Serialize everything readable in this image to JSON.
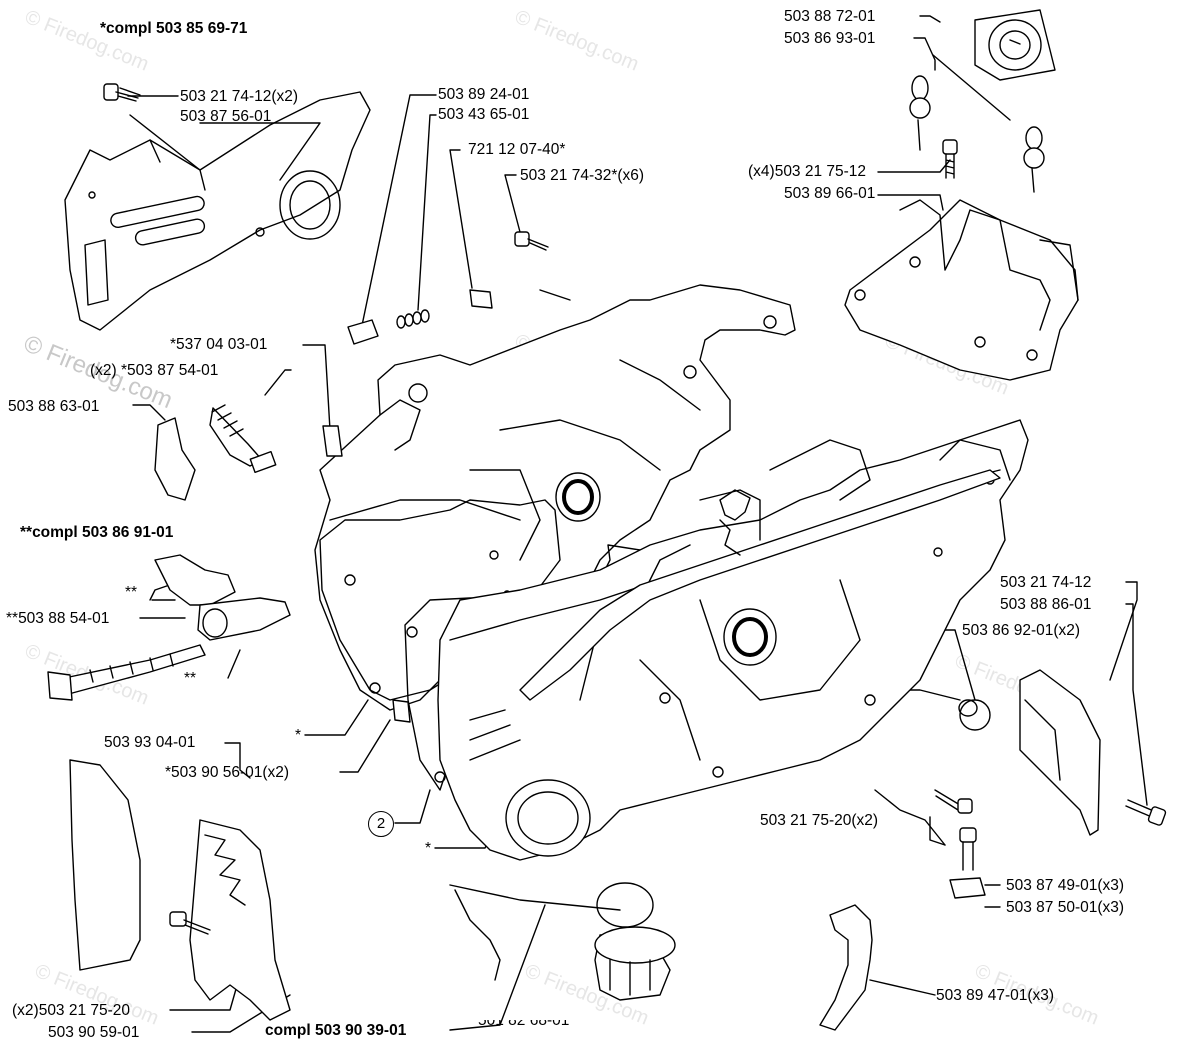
{
  "watermark": {
    "text": "© Firedog.com",
    "text_short": "© Firedog.com",
    "diagonal": "Firedog.com"
  },
  "groups": {
    "compl_a": "*compl 503 85 69-71",
    "compl_b": "**compl 503 86 91-01",
    "compl_c": "compl 503 90 39-01"
  },
  "labels": {
    "p_503_21_74_12_x2": "503 21 74-12(x2)",
    "p_503_87_56_01": "503 87 56-01",
    "p_503_89_24_01": "503 89 24-01",
    "p_503_43_65_01": "503 43 65-01",
    "p_721_12_07_40": "721 12 07-40*",
    "p_503_21_74_32": "503 21 74-32*(x6)",
    "p_503_88_72_01": "503 88 72-01",
    "p_503_86_93_01": "503 86 93-01",
    "p_503_21_75_12": "(x4)503 21 75-12",
    "p_503_89_66_01": "503 89 66-01",
    "p_537_04_03_01": "*537 04 03-01",
    "p_503_87_54_01": "(x2) *503 87 54-01",
    "p_503_88_63_01": "503 88 63-01",
    "p_star2_a": "**",
    "p_503_88_54_01": "**503 88 54-01",
    "p_star2_b": "**",
    "p_star_a": "*",
    "p_503_90_56_01": "*503 90 56-01(x2)",
    "p_callout_2": "2",
    "p_star_b": "*",
    "p_503_93_04_01": "503 93 04-01",
    "p_503_21_75_20_x2_left": "(x2)503 21 75-20",
    "p_503_90_59_01": "503 90 59-01",
    "p_501_82_68_01": "501 82 68-01",
    "p_503_21_74_12": "503 21 74-12",
    "p_503_88_86_01": "503 88 86-01",
    "p_503_86_92_01": "503 86 92-01(x2)",
    "p_503_21_75_20_x2": "503 21 75-20(x2)",
    "p_503_87_49_01": "503 87 49-01(x3)",
    "p_503_87_50_01": "503 87 50-01(x3)",
    "p_503_89_47_01": "503 89 47-01(x3)"
  },
  "colors": {
    "ink": "#000000",
    "paper": "#ffffff",
    "watermark": "#e0e0e0"
  }
}
